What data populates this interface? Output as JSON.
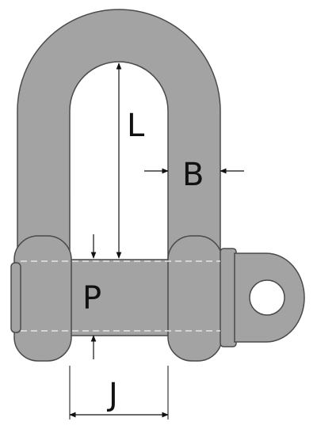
{
  "diagram": {
    "colors": {
      "body": "#a3a3a3",
      "outline": "#4a4a4a",
      "hidden_line": "#e6e6e6",
      "dimension": "#111111",
      "background": "#ffffff"
    },
    "labels": {
      "L": "L",
      "B": "B",
      "P": "P",
      "J": "J"
    }
  }
}
